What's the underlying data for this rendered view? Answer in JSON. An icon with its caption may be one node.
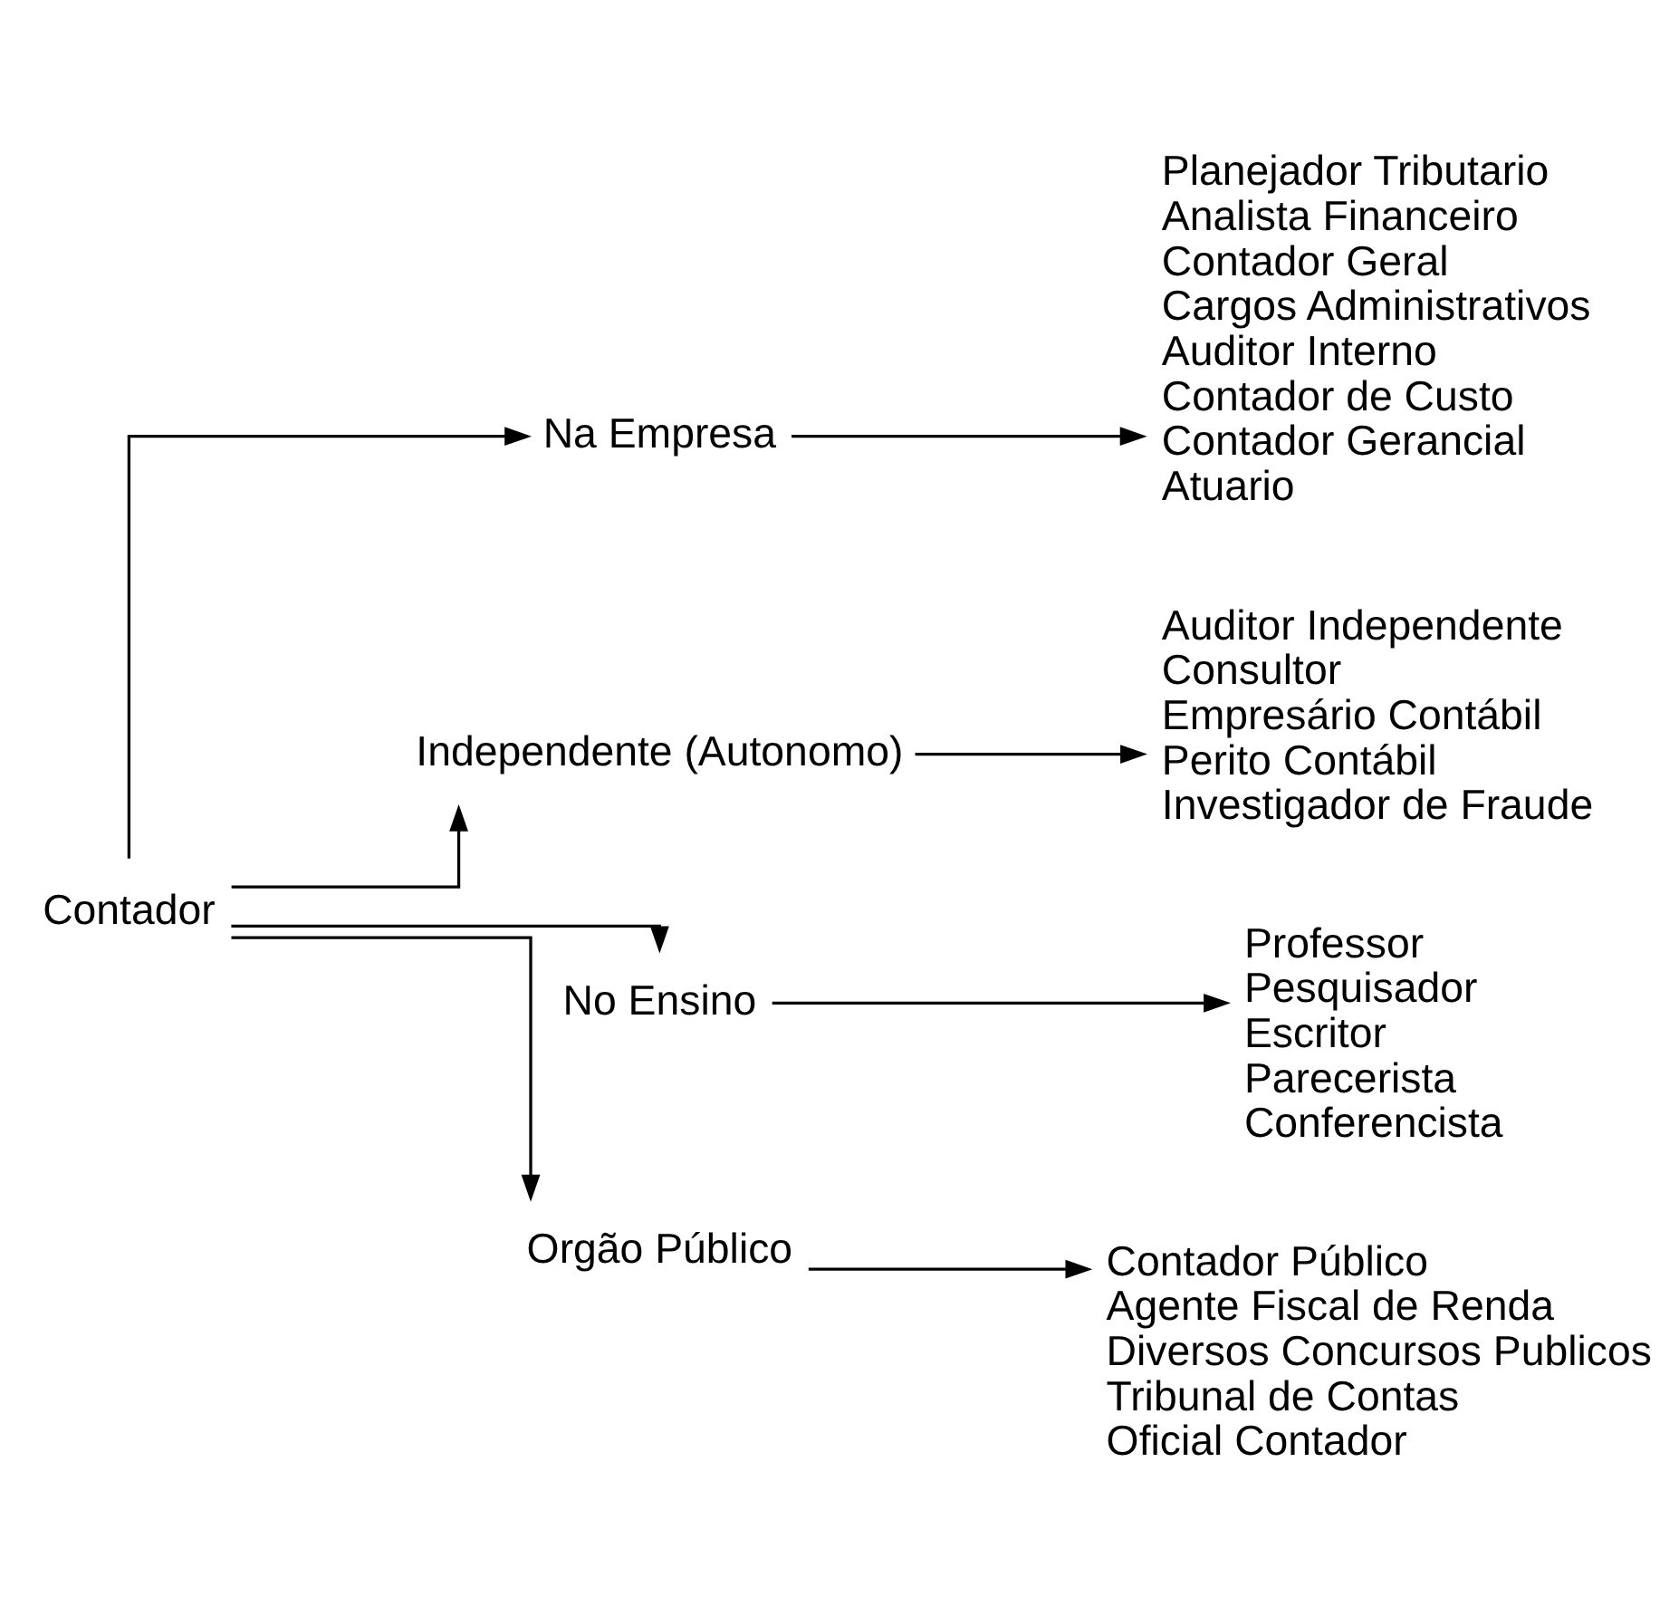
{
  "diagram": {
    "nodes": [
      {
        "text": [
          "Contador"
        ]
      },
      {
        "text": [
          "Na Empresa"
        ]
      },
      {
        "text": [
          "Independente (Autonomo)"
        ]
      },
      {
        "text": [
          "No Ensino"
        ]
      },
      {
        "text": [
          "Orgão Público"
        ]
      },
      {
        "text": [
          "Planejador Tributario",
          "Analista Financeiro",
          "Contador Geral",
          "Cargos Administrativos",
          "Auditor Interno",
          "Contador de Custo",
          "Contador Gerancial",
          "Atuario"
        ]
      },
      {
        "text": [
          "Auditor Independente",
          "Consultor",
          "Empresário Contábil",
          "Perito Contábil",
          "Investigador de Fraude"
        ]
      },
      {
        "text": [
          "Professor",
          "Pesquisador",
          "Escritor",
          "Parecerista",
          "Conferencista"
        ]
      },
      {
        "text": [
          "Contador Público",
          "Agente Fiscal de Renda",
          "Diversos Concursos Publicos",
          "Tribunal de Contas",
          "Oficial Contador"
        ]
      }
    ],
    "edges": [
      {
        "from": 0,
        "to": 1,
        "arrow": "to"
      },
      {
        "from": 0,
        "to": 2,
        "arrow": "to"
      },
      {
        "from": 0,
        "to": 3,
        "arrow": "to"
      },
      {
        "from": 0,
        "to": 4,
        "arrow": "to"
      },
      {
        "from": 1,
        "to": 5,
        "arrow": "to"
      },
      {
        "from": 2,
        "to": 6,
        "arrow": "to"
      },
      {
        "from": 3,
        "to": 7,
        "arrow": "to"
      },
      {
        "from": 4,
        "to": 8,
        "arrow": "to"
      }
    ]
  }
}
